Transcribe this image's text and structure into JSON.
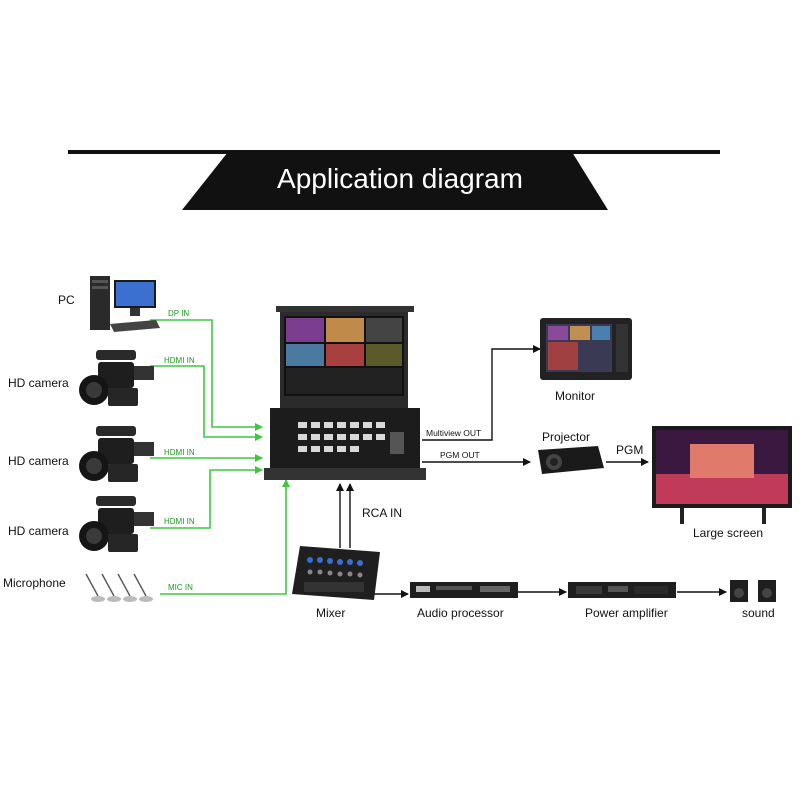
{
  "title": "Application diagram",
  "sources": {
    "pc": "PC",
    "cam1": "HD camera",
    "cam2": "HD camera",
    "cam3": "HD camera",
    "mic": "Microphone"
  },
  "inputs": {
    "dp": "DP IN",
    "hdmi1": "HDMI IN",
    "hdmi2": "HDMI IN",
    "hdmi3": "HDMI IN",
    "mic": "MIC IN",
    "rca": "RCA IN"
  },
  "outputs": {
    "multiview": "Multiview OUT",
    "pgm_out": "PGM OUT",
    "pgm": "PGM"
  },
  "devices": {
    "monitor": "Monitor",
    "projector": "Projector",
    "large_screen": "Large screen",
    "mixer": "Mixer",
    "audio_processor": "Audio processor",
    "power_amplifier": "Power amplifier",
    "sound": "sound"
  },
  "colors": {
    "input_line": "#3fc83f",
    "output_line": "#111111",
    "banner": "#111111"
  }
}
